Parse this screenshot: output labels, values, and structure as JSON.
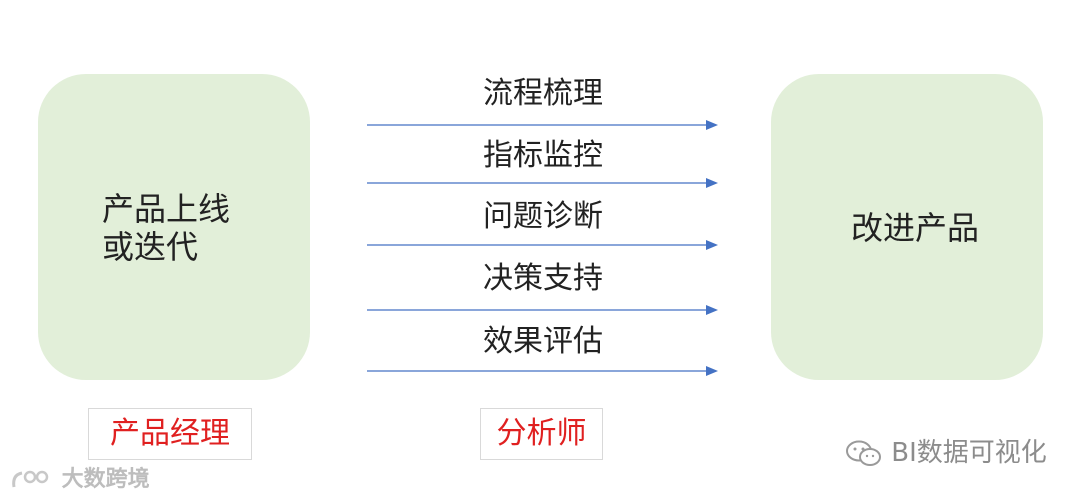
{
  "left_box": {
    "lines": [
      "产品上线",
      "或迭代"
    ]
  },
  "right_box": {
    "text": "改进产品"
  },
  "steps": [
    "流程梳理",
    "指标监控",
    "问题诊断",
    "决策支持",
    "效果评估"
  ],
  "roles": {
    "left": "产品经理",
    "center": "分析师"
  },
  "watermarks": {
    "left": "大数跨境",
    "right": "BI数据可视化"
  },
  "colors": {
    "box_fill": "#e2efd9",
    "arrow": "#4472c4",
    "role_text": "#e02020"
  }
}
